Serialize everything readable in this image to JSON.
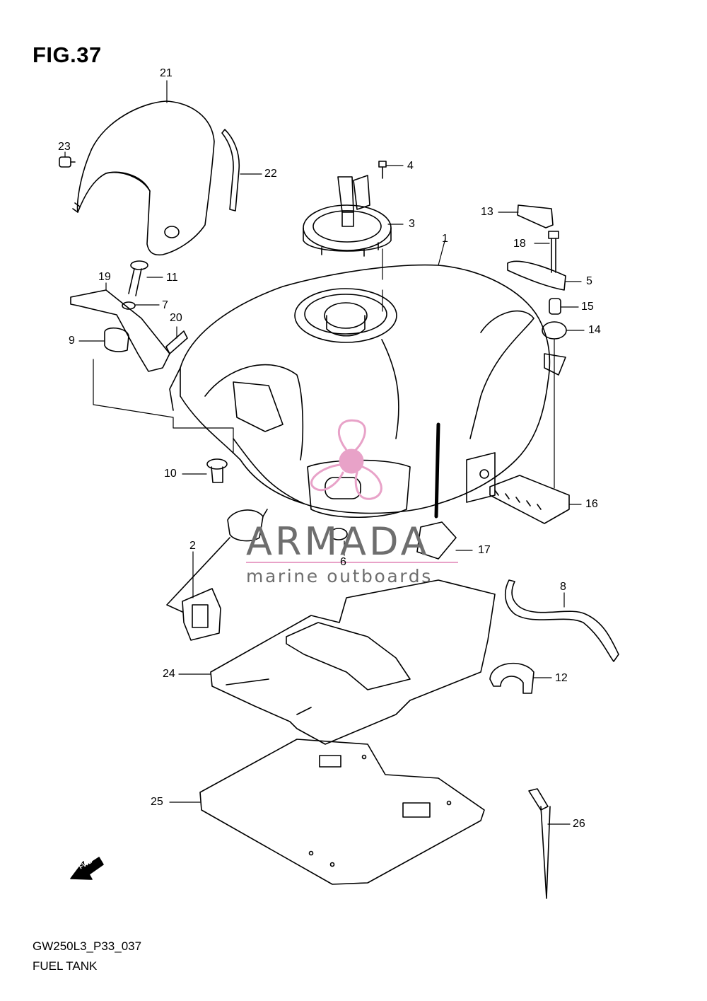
{
  "figure": {
    "title": "FIG.37",
    "code": "GW250L3_P33_037",
    "name": "FUEL TANK"
  },
  "callouts": [
    {
      "id": "1",
      "label": "1"
    },
    {
      "id": "2",
      "label": "2"
    },
    {
      "id": "3",
      "label": "3"
    },
    {
      "id": "4",
      "label": "4"
    },
    {
      "id": "5",
      "label": "5"
    },
    {
      "id": "6",
      "label": "6"
    },
    {
      "id": "7",
      "label": "7"
    },
    {
      "id": "8",
      "label": "8"
    },
    {
      "id": "9",
      "label": "9"
    },
    {
      "id": "10",
      "label": "10"
    },
    {
      "id": "11",
      "label": "11"
    },
    {
      "id": "12",
      "label": "12"
    },
    {
      "id": "13",
      "label": "13"
    },
    {
      "id": "14",
      "label": "14"
    },
    {
      "id": "15",
      "label": "15"
    },
    {
      "id": "16",
      "label": "16"
    },
    {
      "id": "17",
      "label": "17"
    },
    {
      "id": "18",
      "label": "18"
    },
    {
      "id": "19",
      "label": "19"
    },
    {
      "id": "20",
      "label": "20"
    },
    {
      "id": "21",
      "label": "21"
    },
    {
      "id": "22",
      "label": "22"
    },
    {
      "id": "23",
      "label": "23"
    },
    {
      "id": "24",
      "label": "24"
    },
    {
      "id": "25",
      "label": "25"
    },
    {
      "id": "26",
      "label": "26"
    }
  ],
  "watermark": {
    "name": "ARMADA",
    "tagline": "marine outboards",
    "color": "#e8a2c8"
  },
  "direction_mark": {
    "label": "FWD",
    "icon": "fwd-arrow-icon"
  }
}
